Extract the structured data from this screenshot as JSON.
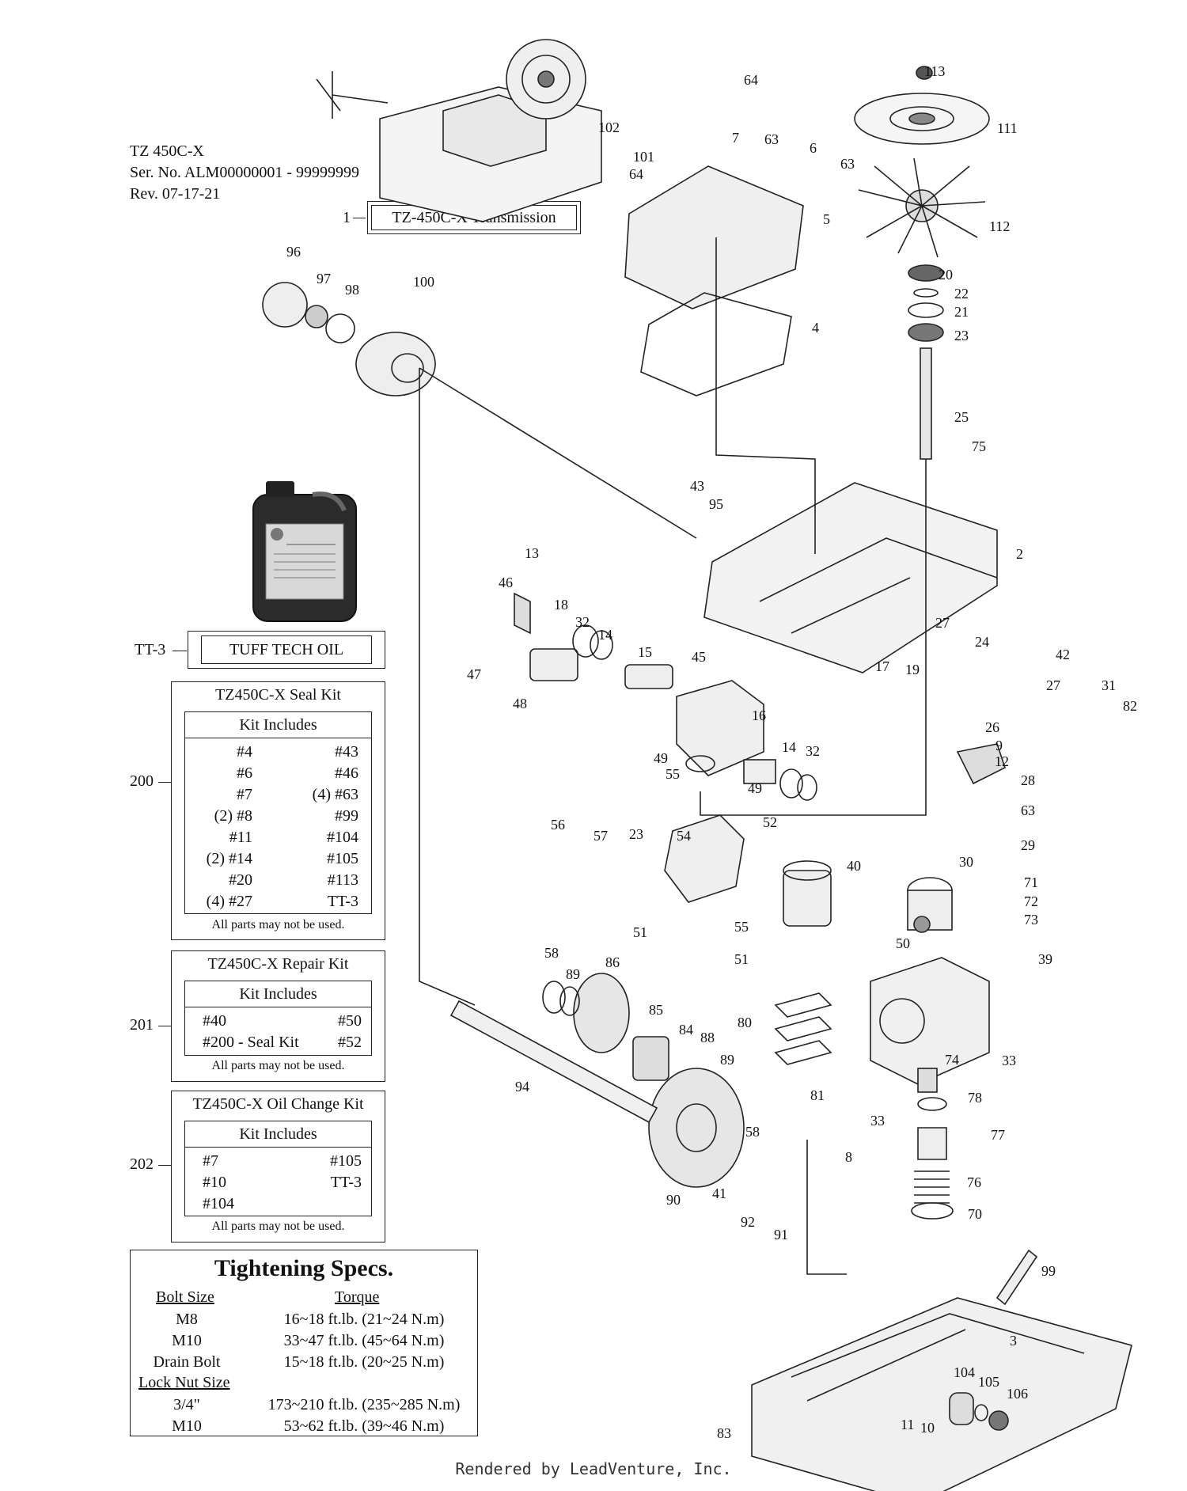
{
  "header": {
    "model": "TZ 450C-X",
    "serial": "Ser. No. ALM00000001 - 99999999",
    "revision": "Rev. 07-17-21"
  },
  "assembly": {
    "ref": "1",
    "title": "TZ-450C-X Transmission"
  },
  "oil": {
    "ref": "TT-3",
    "title": "TUFF TECH OIL"
  },
  "kits": [
    {
      "ref": "200",
      "title": "TZ450C-X Seal Kit",
      "includes_label": "Kit Includes",
      "left": [
        "#4",
        "#6",
        "#7",
        "(2) #8",
        "#11",
        "(2) #14",
        "#20",
        "(4) #27"
      ],
      "right": [
        "#43",
        "#46",
        "(4) #63",
        "#99",
        "#104",
        "#105",
        "#113",
        "TT-3"
      ],
      "note": "All parts may not be used."
    },
    {
      "ref": "201",
      "title": "TZ450C-X Repair Kit",
      "includes_label": "Kit Includes",
      "left": [
        "#40",
        "#200 - Seal Kit"
      ],
      "right": [
        "#50",
        "#52"
      ],
      "note": "All parts may not be used."
    },
    {
      "ref": "202",
      "title": "TZ450C-X Oil Change Kit",
      "includes_label": "Kit Includes",
      "left": [
        "#7",
        "#10",
        "#104"
      ],
      "right": [
        "#105",
        "TT-3"
      ],
      "note": "All parts may not be used."
    }
  ],
  "specs": {
    "title": "Tightening Specs.",
    "bolt_header": "Bolt Size",
    "torque_header": "Torque",
    "bolts": [
      {
        "size": "M8",
        "torque": "16~18 ft.lb. (21~24 N.m)"
      },
      {
        "size": "M10",
        "torque": "33~47 ft.lb. (45~64 N.m)"
      },
      {
        "size": "Drain Bolt",
        "torque": "15~18 ft.lb. (20~25 N.m)"
      }
    ],
    "locknut_header": "Lock Nut Size",
    "locknuts": [
      {
        "size": "3/4\"",
        "torque": "173~210 ft.lb. (235~285 N.m)"
      },
      {
        "size": "M10",
        "torque": "53~62 ft.lb. (39~46 N.m)"
      }
    ]
  },
  "callouts": [
    "113",
    "111",
    "112",
    "64",
    "102",
    "101",
    "7",
    "63",
    "6",
    "63",
    "64",
    "5",
    "20",
    "22",
    "21",
    "23",
    "25",
    "75",
    "4",
    "96",
    "97",
    "98",
    "100",
    "43",
    "95",
    "2",
    "13",
    "46",
    "18",
    "32",
    "14",
    "15",
    "45",
    "17",
    "19",
    "27",
    "24",
    "42",
    "27",
    "31",
    "82",
    "47",
    "48",
    "49",
    "55",
    "16",
    "14",
    "32",
    "49",
    "26",
    "9",
    "12",
    "28",
    "63",
    "29",
    "56",
    "57",
    "23",
    "54",
    "52",
    "40",
    "30",
    "71",
    "72",
    "73",
    "39",
    "51",
    "55",
    "51",
    "50",
    "58",
    "89",
    "86",
    "85",
    "84",
    "88",
    "89",
    "80",
    "81",
    "74",
    "33",
    "78",
    "33",
    "77",
    "94",
    "58",
    "8",
    "76",
    "70",
    "90",
    "41",
    "92",
    "91",
    "99",
    "3",
    "104",
    "105",
    "106",
    "83",
    "11",
    "10"
  ],
  "footer": "Rendered by LeadVenture, Inc."
}
